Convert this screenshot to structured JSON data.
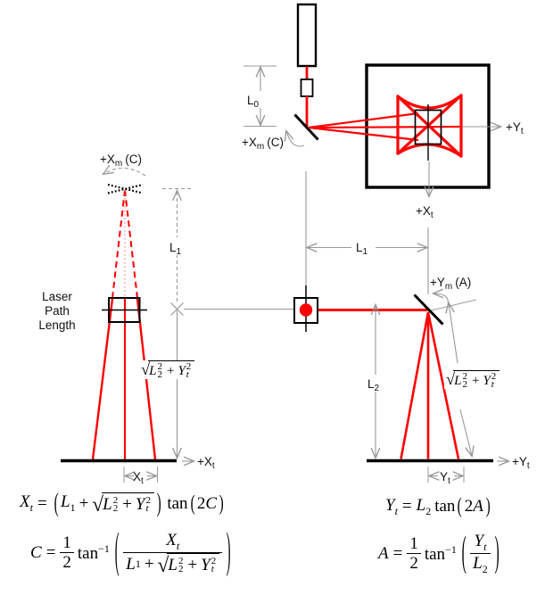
{
  "colors": {
    "beam": "#ff0000",
    "dimension": "#999999",
    "ink": "#000000"
  },
  "symbols": {
    "equals": "=",
    "plus": "+",
    "lparen": "(",
    "rparen": ")",
    "radical": "√",
    "tan": "tan",
    "inverse": "−1"
  },
  "hypotenuse_label": {
    "base1": "L",
    "sup1": "2",
    "sub1": "2",
    "plus": "+",
    "base2": "Y",
    "sup2": "2",
    "sub2": "t"
  },
  "top_view": {
    "dim_l0": {
      "base": "L",
      "sub": "0"
    },
    "mirror_label": {
      "base": "+X",
      "sub": "m",
      "suffix": "(C)"
    },
    "axis_yt": {
      "base": "+Y",
      "sub": "t"
    },
    "axis_xt": {
      "base": "+X",
      "sub": "t"
    },
    "dim_l1": {
      "base": "L",
      "sub": "1"
    }
  },
  "left_view": {
    "mirror_label": {
      "base": "+X",
      "sub": "m",
      "suffix": "(C)"
    },
    "laser_path": {
      "line1": "Laser",
      "line2": "Path",
      "line3": "Length"
    },
    "dim_l1": {
      "base": "L",
      "sub": "1"
    },
    "dim_xt": {
      "base": "X",
      "sub": "t"
    },
    "axis_xt": {
      "base": "+X",
      "sub": "t"
    }
  },
  "right_view": {
    "mirror_label": {
      "base": "+Y",
      "sub": "m",
      "suffix": "(A)"
    },
    "dim_l2": {
      "base": "L",
      "sub": "2"
    },
    "dim_yt": {
      "base": "Y",
      "sub": "t"
    },
    "axis_yt": {
      "base": "+Y",
      "sub": "t"
    }
  },
  "equations": {
    "xt": {
      "lhs": "X",
      "lhs_sub": "t",
      "t1": "L",
      "t1_sub": "1",
      "arg_num": "2",
      "arg_var": "C"
    },
    "c": {
      "lhs": "C",
      "num": "1",
      "den": "2",
      "frac_num": "X",
      "frac_num_sub": "t",
      "d1": "L",
      "d1_sub": "1"
    },
    "yt": {
      "lhs": "Y",
      "lhs_sub": "t",
      "t1": "L",
      "t1_sub": "2",
      "arg_num": "2",
      "arg_var": "A"
    },
    "a": {
      "lhs": "A",
      "num": "1",
      "den": "2",
      "frac_num": "Y",
      "frac_num_sub": "t",
      "frac_den": "L",
      "frac_den_sub": "2"
    }
  }
}
